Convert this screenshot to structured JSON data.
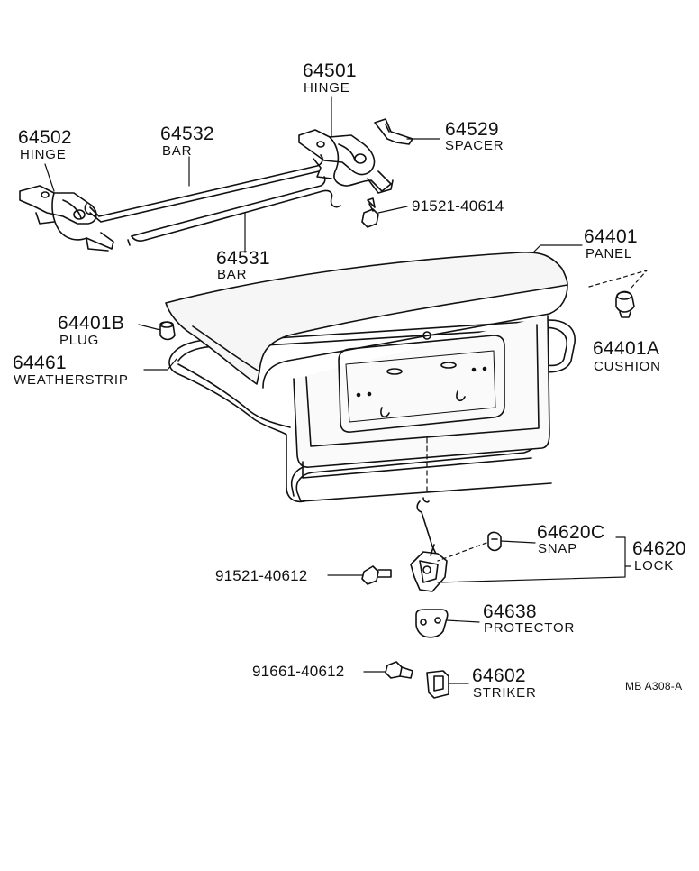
{
  "parts": [
    {
      "number": "64501",
      "name": "HINGE"
    },
    {
      "number": "64502",
      "name": "HINGE"
    },
    {
      "number": "64532",
      "name": "BAR"
    },
    {
      "number": "64529",
      "name": "SPACER"
    },
    {
      "number": "64531",
      "name": "BAR"
    },
    {
      "number": "64401",
      "name": "PANEL"
    },
    {
      "number": "64401B",
      "name": "PLUG"
    },
    {
      "number": "64461",
      "name": "WEATHERSTRIP"
    },
    {
      "number": "64401A",
      "name": "CUSHION"
    },
    {
      "number": "64620C",
      "name": "SNAP"
    },
    {
      "number": "64620",
      "name": "LOCK"
    },
    {
      "number": "64638",
      "name": "PROTECTOR"
    },
    {
      "number": "64602",
      "name": "STRIKER"
    }
  ],
  "fasteners": [
    "91521-40614",
    "91521-40612",
    "91661-40612"
  ],
  "diagram_ref": "MB  A308-A",
  "colors": {
    "line": "#111111",
    "panel_fill": "#f4f4f4",
    "background": "#ffffff"
  }
}
